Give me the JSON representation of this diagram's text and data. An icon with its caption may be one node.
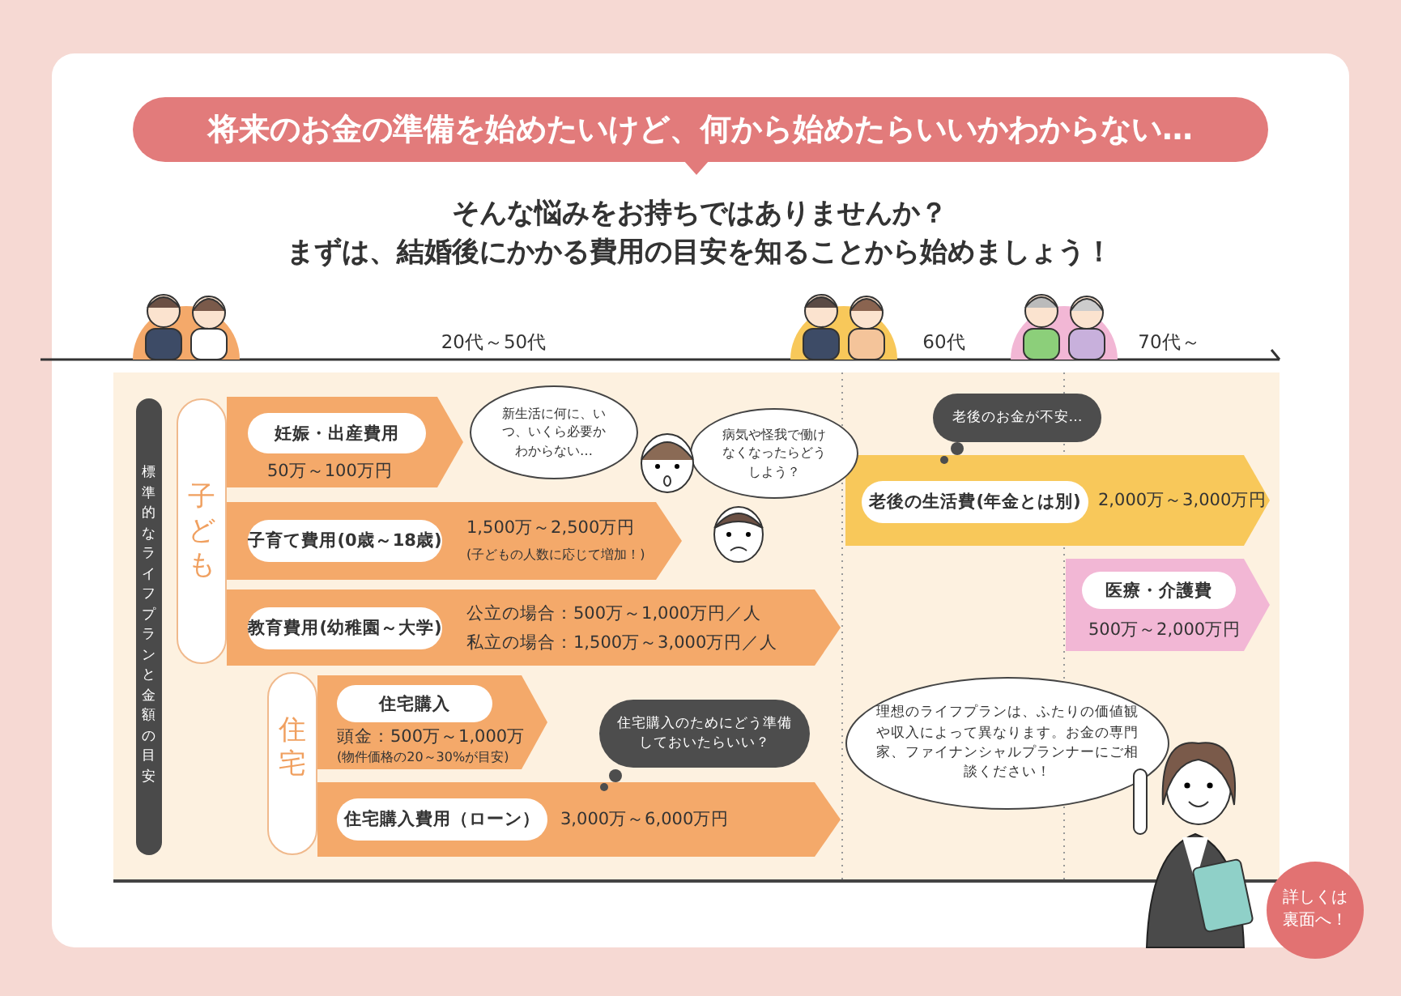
{
  "diagram": {
    "title": "将来のお金の準備を始めたいけど、何から始めたらいいかわからない…",
    "nodes": [
      {
        "text": [
          "標準的なライフプランと金額の目安"
        ]
      },
      {
        "text": [
          "子ども"
        ]
      },
      {
        "text": [
          "妊娠・出産費用",
          "50万～100万円"
        ]
      },
      {
        "text": [
          "子育て費用(0歳～18歳)",
          "1,500万～2,500万円",
          "(子どもの人数に応じて増加！)"
        ]
      },
      {
        "text": [
          "教育費用(幼稚園～大学)",
          "公立の場合：500万～1,000万円／人",
          "私立の場合：1,500万～3,000万円／人"
        ]
      },
      {
        "text": [
          "住宅"
        ]
      },
      {
        "text": [
          "住宅購入",
          "頭金：500万～1,000万",
          "(物件価格の20～30%が目安)"
        ]
      },
      {
        "text": [
          "住宅購入費用（ローン）",
          "3,000万～6,000万円"
        ]
      },
      {
        "text": [
          "老後の生活費(年金とは別)",
          "2,000万～3,000万円"
        ]
      },
      {
        "text": [
          "医療・介護費",
          "500万～2,000万円"
        ]
      },
      {
        "text": [
          "新生活に何に、いつ、いくら必要かわからない…"
        ]
      },
      {
        "text": [
          "病気や怪我で働けなくなったらどうしよう？"
        ]
      },
      {
        "text": [
          "住宅購入のためにどう準備しておいたらいい？"
        ]
      },
      {
        "text": [
          "老後のお金が不安…"
        ]
      },
      {
        "text": [
          "理想のライフプランは、ふたりの価値観や収入によって異なります。お金の専門家、ファイナンシャルプランナーにご相談ください！"
        ]
      },
      {
        "text": [
          "詳しくは裏面へ！"
        ]
      }
    ],
    "edges": [],
    "labels": [
      "そんな悩みをお持ちではありませんか？",
      "まずは、結婚後にかかる費用の目安を知ることから始めましょう！",
      "20代～50代",
      "60代",
      "70代～"
    ]
  }
}
